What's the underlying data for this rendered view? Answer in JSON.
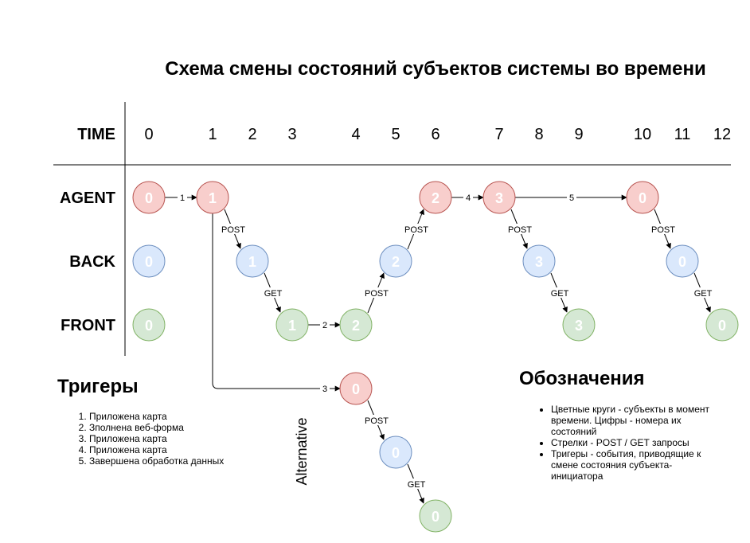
{
  "title": "Схема смены состояний субъектов системы во времени",
  "rows": {
    "time": "TIME",
    "agent": "AGENT",
    "back": "BACK",
    "front": "FRONT"
  },
  "time_ticks": [
    "0",
    "1",
    "2",
    "3",
    "4",
    "5",
    "6",
    "7",
    "8",
    "9",
    "10",
    "11",
    "12"
  ],
  "colors": {
    "agent_fill": "#f8cecc",
    "agent_stroke": "#b85450",
    "back_fill": "#dae8fc",
    "back_stroke": "#6c8ebf",
    "front_fill": "#d5e8d4",
    "front_stroke": "#82b366"
  },
  "nodes": [
    {
      "id": "a0",
      "role": "agent",
      "label": "0"
    },
    {
      "id": "a1",
      "role": "agent",
      "label": "1"
    },
    {
      "id": "a6",
      "role": "agent",
      "label": "2"
    },
    {
      "id": "a7",
      "role": "agent",
      "label": "3"
    },
    {
      "id": "a10",
      "role": "agent",
      "label": "0"
    },
    {
      "id": "b0",
      "role": "back",
      "label": "0"
    },
    {
      "id": "b2",
      "role": "back",
      "label": "1"
    },
    {
      "id": "b5",
      "role": "back",
      "label": "2"
    },
    {
      "id": "b8",
      "role": "back",
      "label": "3"
    },
    {
      "id": "b11",
      "role": "back",
      "label": "0"
    },
    {
      "id": "f0",
      "role": "front",
      "label": "0"
    },
    {
      "id": "f3",
      "role": "front",
      "label": "1"
    },
    {
      "id": "f4",
      "role": "front",
      "label": "2"
    },
    {
      "id": "f9",
      "role": "front",
      "label": "3"
    },
    {
      "id": "f12",
      "role": "front",
      "label": "0"
    },
    {
      "id": "alt_a",
      "role": "agent",
      "label": "0"
    },
    {
      "id": "alt_b",
      "role": "back",
      "label": "0"
    },
    {
      "id": "alt_f",
      "role": "front",
      "label": "0"
    }
  ],
  "edges": [
    {
      "from": "a0",
      "to": "a1",
      "label": "1"
    },
    {
      "from": "a1",
      "to": "b2",
      "label": "POST"
    },
    {
      "from": "b2",
      "to": "f3",
      "label": "GET"
    },
    {
      "from": "f3",
      "to": "f4",
      "label": "2"
    },
    {
      "from": "f4",
      "to": "b5",
      "label": "POST"
    },
    {
      "from": "b5",
      "to": "a6",
      "label": "POST"
    },
    {
      "from": "a6",
      "to": "a7",
      "label": "4"
    },
    {
      "from": "a7",
      "to": "b8",
      "label": "POST"
    },
    {
      "from": "b8",
      "to": "f9",
      "label": "GET"
    },
    {
      "from": "a7",
      "to": "a10",
      "label": "5"
    },
    {
      "from": "a10",
      "to": "b11",
      "label": "POST"
    },
    {
      "from": "b11",
      "to": "f12",
      "label": "GET"
    },
    {
      "from": "a1",
      "to": "alt_a",
      "label": "3"
    },
    {
      "from": "alt_a",
      "to": "alt_b",
      "label": "POST"
    },
    {
      "from": "alt_b",
      "to": "alt_f",
      "label": "GET"
    }
  ],
  "alternative_label": "Alternative",
  "triggers": {
    "title": "Тригеры",
    "items": [
      "Приложена карта",
      "Зполнена веб-форма",
      "Приложена карта",
      "Приложена карта",
      "Завершена обработка данных"
    ]
  },
  "legend": {
    "title": "Обозначения",
    "items": [
      "Цветные круги - субъекты в момент времени. Цифры - номера их состояний",
      "Стрелки - POST / GET запросы",
      "Тригеры - события, приводящие к смене состояния субъекта-инициатора"
    ]
  }
}
